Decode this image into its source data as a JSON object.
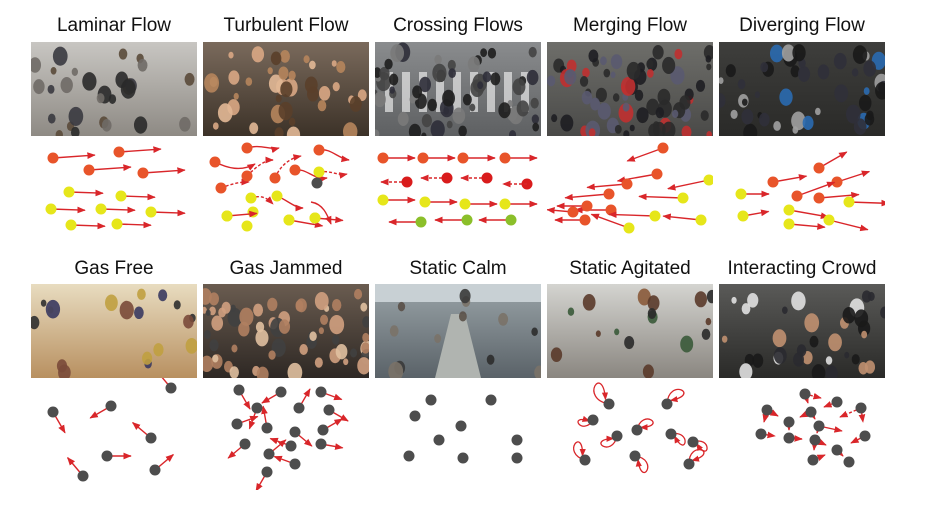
{
  "colors": {
    "arrow": "#d9262a",
    "orange": "#e8542a",
    "red": "#d91c1c",
    "yellow": "#e6e61a",
    "green": "#8bbf2a",
    "gray": "#4d4d4d"
  },
  "categories": [
    {
      "title": "Laminar Flow",
      "photo": "crowd-walking-street"
    },
    {
      "title": "Turbulent Flow",
      "photo": "dense-crowd-faces"
    },
    {
      "title": "Crossing Flows",
      "photo": "crosswalk-aerial"
    },
    {
      "title": "Merging Flow",
      "photo": "station-crowd-aerial"
    },
    {
      "title": "Diverging Flow",
      "photo": "street-crowd-aerial"
    },
    {
      "title": "Gas Free",
      "photo": "shopping-mall-interior"
    },
    {
      "title": "Gas Jammed",
      "photo": "packed-crowd"
    },
    {
      "title": "Static Calm",
      "photo": "subway-car-passengers"
    },
    {
      "title": "Static Agitated",
      "photo": "people-boarding-boat"
    },
    {
      "title": "Interacting Crowd",
      "photo": "riot-police-clash"
    }
  ]
}
